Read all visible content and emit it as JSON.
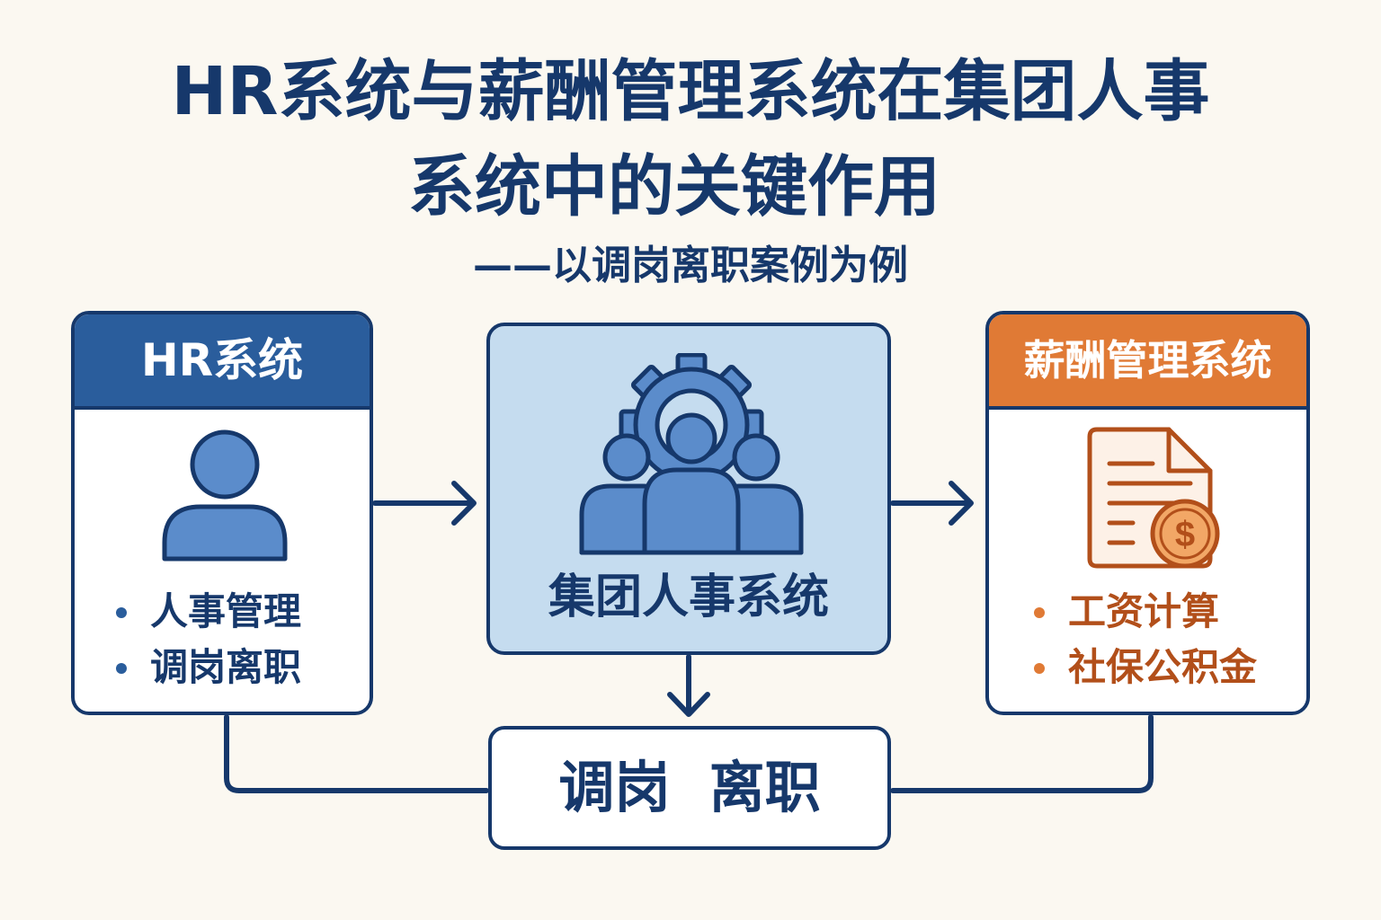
{
  "title": {
    "line1": "HR系统与薪酬管理系统在集团人事",
    "line2": "系统中的关键作用",
    "subtitle": "——以调岗离职案例为例"
  },
  "hr_system": {
    "header": "HR系统",
    "icon": "user-icon",
    "bullets": [
      "人事管理",
      "调岗离职"
    ]
  },
  "group_system": {
    "label": "集团人事系统",
    "icon": "team-gear-icon"
  },
  "payroll_system": {
    "header": "薪酬管理系统",
    "icon": "document-dollar-icon",
    "bullets": [
      "工资计算",
      "社保公积金"
    ]
  },
  "result": {
    "label": "调岗  离职"
  },
  "colors": {
    "navy": "#16386b",
    "hr_blue": "#2a5d9c",
    "payroll_orange": "#e07a35",
    "group_fill": "#c5dcef",
    "background": "#fbf8f1"
  }
}
